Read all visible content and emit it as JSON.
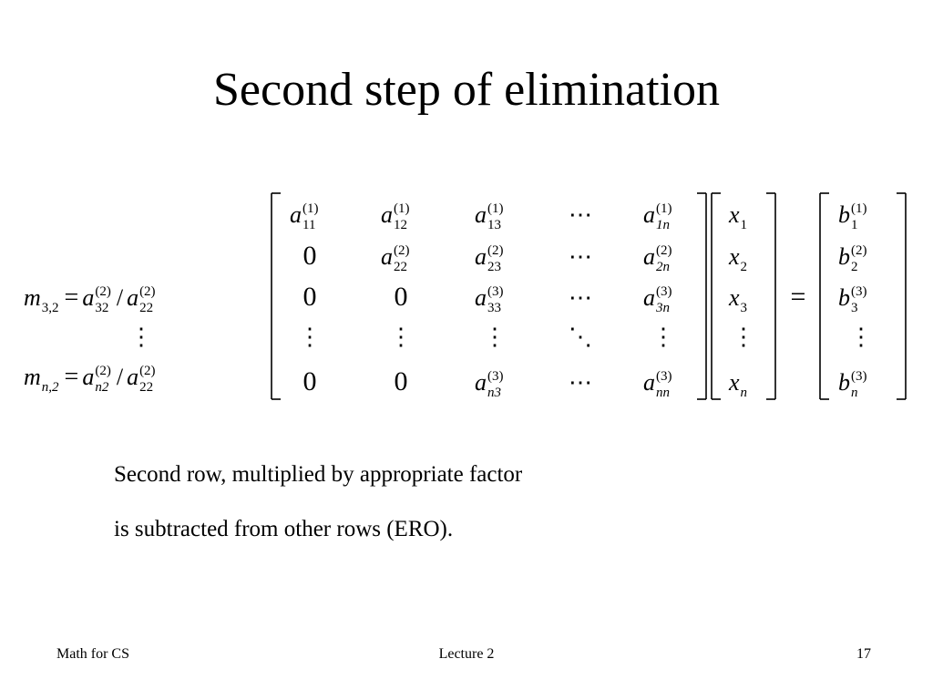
{
  "title": "Second step of elimination",
  "equation": {
    "multipliers": {
      "m32": {
        "lhs_base": "m",
        "lhs_sub": "3,2",
        "num_base": "a",
        "num_sup": "(2)",
        "num_sub": "32",
        "den_base": "a",
        "den_sup": "(2)",
        "den_sub": "22"
      },
      "mn2": {
        "lhs_base": "m",
        "lhs_sub": "n,2",
        "num_base": "a",
        "num_sup": "(2)",
        "num_sub": "n2",
        "den_base": "a",
        "den_sup": "(2)",
        "den_sub": "22"
      },
      "vdots": "⋮"
    },
    "matrix": [
      [
        {
          "base": "a",
          "sup": "(1)",
          "sub": "11"
        },
        {
          "base": "a",
          "sup": "(1)",
          "sub": "12"
        },
        {
          "base": "a",
          "sup": "(1)",
          "sub": "13"
        },
        {
          "text": "⋯"
        },
        {
          "base": "a",
          "sup": "(1)",
          "sub": "1n"
        }
      ],
      [
        {
          "text": "0"
        },
        {
          "base": "a",
          "sup": "(2)",
          "sub": "22"
        },
        {
          "base": "a",
          "sup": "(2)",
          "sub": "23"
        },
        {
          "text": "⋯"
        },
        {
          "base": "a",
          "sup": "(2)",
          "sub": "2n"
        }
      ],
      [
        {
          "text": "0"
        },
        {
          "text": "0"
        },
        {
          "base": "a",
          "sup": "(3)",
          "sub": "33"
        },
        {
          "text": "⋯"
        },
        {
          "base": "a",
          "sup": "(3)",
          "sub": "3n"
        }
      ],
      [
        {
          "text": "⋮"
        },
        {
          "text": "⋮"
        },
        {
          "text": "⋮"
        },
        {
          "text": "⋱"
        },
        {
          "text": "⋮"
        }
      ],
      [
        {
          "text": "0"
        },
        {
          "text": "0"
        },
        {
          "base": "a",
          "sup": "(3)",
          "sub": "n3"
        },
        {
          "text": "⋯"
        },
        {
          "base": "a",
          "sup": "(3)",
          "sub": "nn"
        }
      ]
    ],
    "x_vector": [
      {
        "base": "x",
        "sub": "1"
      },
      {
        "base": "x",
        "sub": "2"
      },
      {
        "base": "x",
        "sub": "3"
      },
      {
        "text": "⋮"
      },
      {
        "base": "x",
        "sub": "n"
      }
    ],
    "equals": "=",
    "b_vector": [
      {
        "base": "b",
        "sup": "(1)",
        "sub": "1"
      },
      {
        "base": "b",
        "sup": "(2)",
        "sub": "2"
      },
      {
        "base": "b",
        "sup": "(3)",
        "sub": "3"
      },
      {
        "text": "⋮"
      },
      {
        "base": "b",
        "sup": "(3)",
        "sub": "n"
      }
    ]
  },
  "body": {
    "line1": "Second row, multiplied by appropriate factor",
    "line2": "is subtracted from other rows (ERO)."
  },
  "footer": {
    "left": "Math for CS",
    "center": "Lecture 2",
    "right": "17"
  }
}
